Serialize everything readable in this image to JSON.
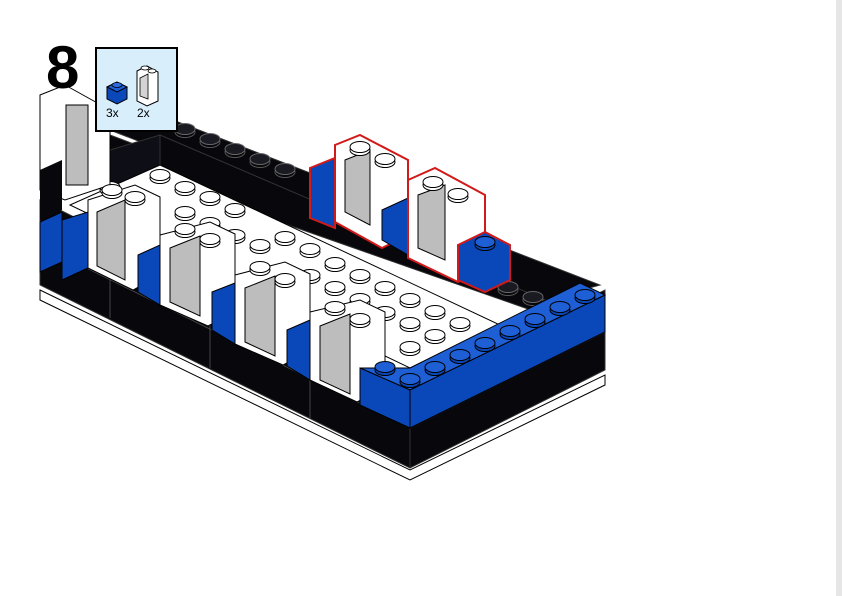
{
  "step": {
    "number": "8"
  },
  "parts_list": {
    "items": [
      {
        "icon": "blue-1x1-brick-icon",
        "quantity": "3x",
        "color": "#0a47b8"
      },
      {
        "icon": "white-window-frame-icon",
        "quantity": "2x",
        "color": "#ffffff"
      }
    ]
  },
  "colors": {
    "parts_box_background": "#d9eefb",
    "new_part_outline": "#d11a1a",
    "brick_blue": "#0a47b8",
    "brick_black": "#07070c",
    "brick_white": "#ffffff",
    "glass_gray": "#bdbdbd"
  }
}
